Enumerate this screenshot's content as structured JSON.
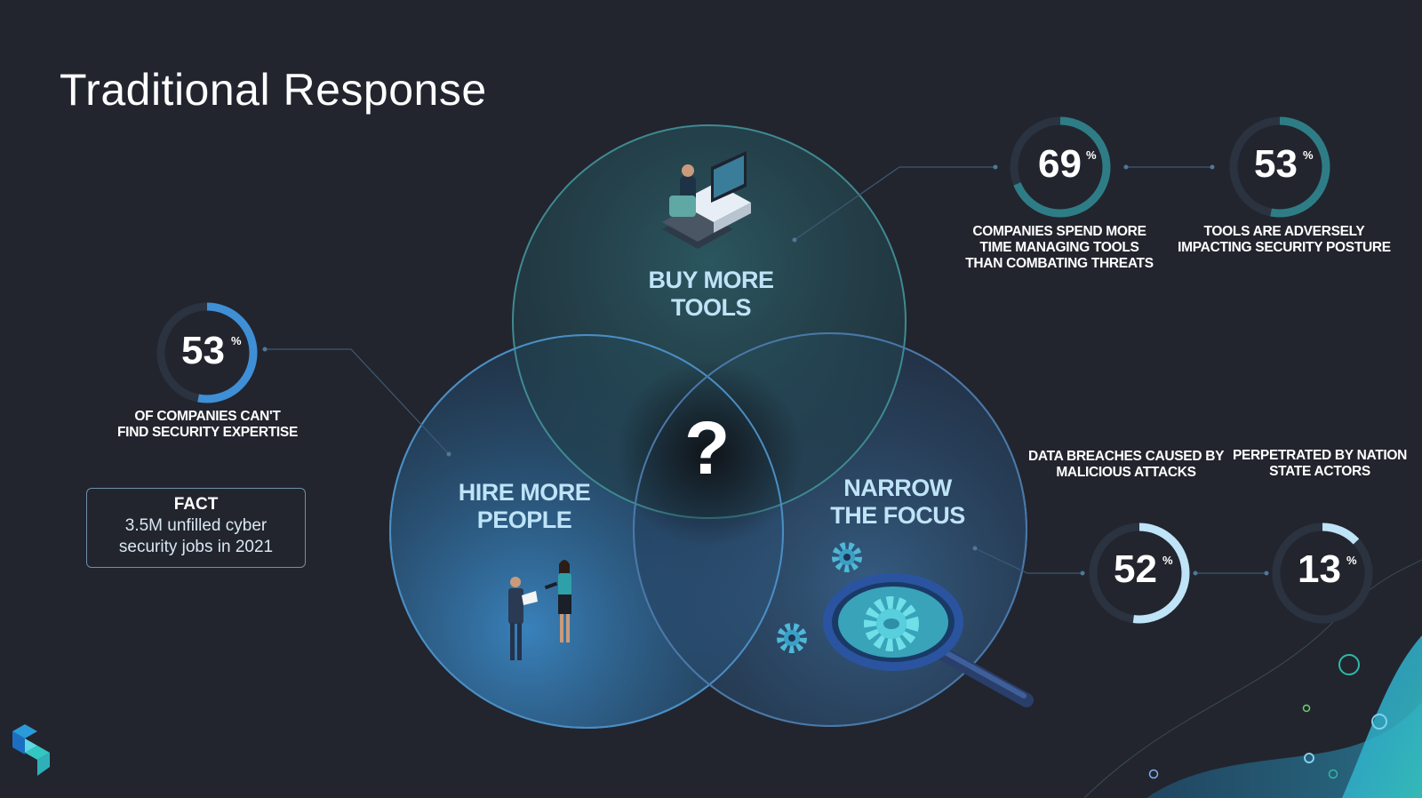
{
  "title": "Traditional Response",
  "venn": {
    "top_label": [
      "BUY MORE",
      "TOOLS"
    ],
    "left_label": [
      "HIRE MORE",
      "PEOPLE"
    ],
    "right_label": [
      "NARROW",
      "THE FOCUS"
    ],
    "center_symbol": "?"
  },
  "stats": [
    {
      "value": "69",
      "unit": "%",
      "fraction": 0.69,
      "color": "#2e7d86",
      "caption": [
        "COMPANIES SPEND MORE",
        "TIME MANAGING TOOLS",
        "THAN COMBATING THREATS"
      ]
    },
    {
      "value": "53",
      "unit": "%",
      "fraction": 0.53,
      "color": "#2e7d86",
      "caption": [
        "TOOLS ARE ADVERSELY",
        "IMPACTING SECURITY POSTURE"
      ]
    },
    {
      "value": "53",
      "unit": "%",
      "fraction": 0.53,
      "color": "#3f8fd6",
      "caption": [
        "OF COMPANIES CAN'T",
        "FIND SECURITY EXPERTISE"
      ]
    },
    {
      "value": "52",
      "unit": "%",
      "fraction": 0.52,
      "color": "#bfe3f7",
      "caption": [
        "DATA BREACHES CAUSED BY",
        "MALICIOUS ATTACKS"
      ]
    },
    {
      "value": "13",
      "unit": "%",
      "fraction": 0.13,
      "color": "#bfe3f7",
      "caption": [
        "PERPETRATED BY NATION",
        "STATE ACTORS"
      ]
    }
  ],
  "fact": {
    "title": "FACT",
    "lines": [
      "3.5M unfilled cyber",
      "security jobs in 2021"
    ]
  },
  "colors": {
    "background": "#22252e",
    "ring_track": "#2b3340",
    "teal_accent": "#2e7d86",
    "blue_accent": "#3f8fd6",
    "light_accent": "#bfe3f7"
  },
  "icons": [
    "brand-logo-icon",
    "computer-workstation-icon",
    "business-people-icon",
    "magnifier-gear-icon",
    "gear-icon"
  ]
}
